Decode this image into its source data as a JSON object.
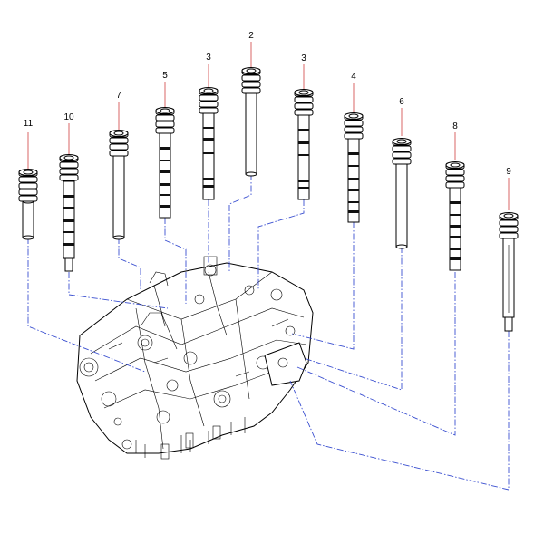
{
  "diagram": {
    "callouts": [
      {
        "id": "11",
        "label": "11"
      },
      {
        "id": "10",
        "label": "10"
      },
      {
        "id": "7",
        "label": "7"
      },
      {
        "id": "5",
        "label": "5"
      },
      {
        "id": "3a",
        "label": "3"
      },
      {
        "id": "2",
        "label": "2"
      },
      {
        "id": "3b",
        "label": "3"
      },
      {
        "id": "4",
        "label": "4"
      },
      {
        "id": "6",
        "label": "6"
      },
      {
        "id": "8",
        "label": "8"
      },
      {
        "id": "9",
        "label": "9"
      }
    ]
  },
  "colors": {
    "ink": "#000000",
    "leader": "#d04040",
    "assembly_line": "#3a4fd0",
    "background": "#ffffff"
  }
}
